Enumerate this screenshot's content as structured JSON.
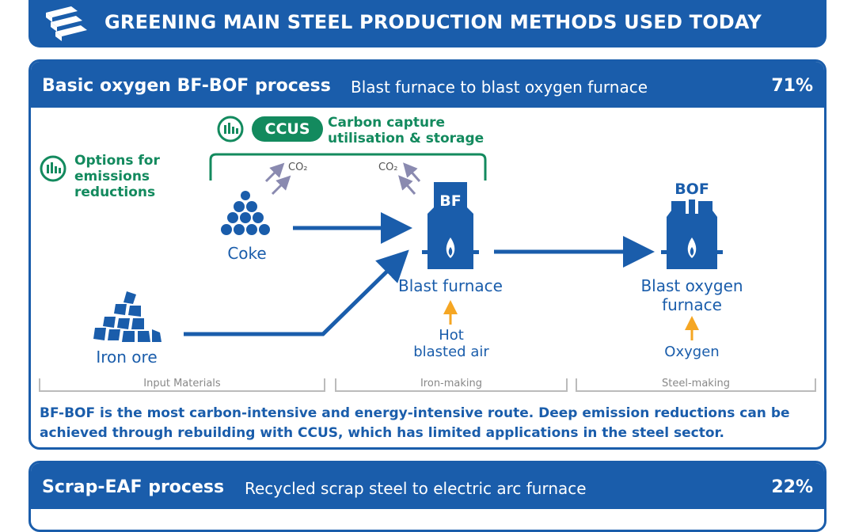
{
  "header": {
    "title": "GREENING MAIN STEEL PRODUCTION METHODS USED TODAY",
    "icon": "steel-beams-icon"
  },
  "process1": {
    "title": "Basic oxygen BF-BOF process",
    "subtitle": "Blast furnace to blast oxygen furnace",
    "share": "71%",
    "ccus": {
      "badge": "CCUS",
      "label_line1": "Carbon capture",
      "label_line2": "utilisation & storage"
    },
    "options": {
      "line1": "Options for",
      "line2": "emissions",
      "line3": "reductions"
    },
    "co2_label": "CO₂",
    "nodes": {
      "coke": "Coke",
      "iron_ore": "Iron ore",
      "bf_badge": "BF",
      "bf_label": "Blast furnace",
      "bof_badge": "BOF",
      "bof_label_line1": "Blast oxygen",
      "bof_label_line2": "furnace",
      "hot_air_line1": "Hot",
      "hot_air_line2": "blasted air",
      "oxygen": "Oxygen"
    },
    "stages": [
      "Input Materials",
      "Iron-making",
      "Steel-making"
    ],
    "note": "BF-BOF is the most carbon-intensive and energy-intensive route. Deep emission reductions can be achieved through rebuilding with CCUS, which has limited applications in the steel sector."
  },
  "process2": {
    "title": "Scrap-EAF process",
    "subtitle": "Recycled scrap steel to electric arc furnace",
    "share": "22%"
  },
  "colors": {
    "primary": "#1a5dab",
    "green": "#138a5e",
    "orange": "#f5a623"
  }
}
